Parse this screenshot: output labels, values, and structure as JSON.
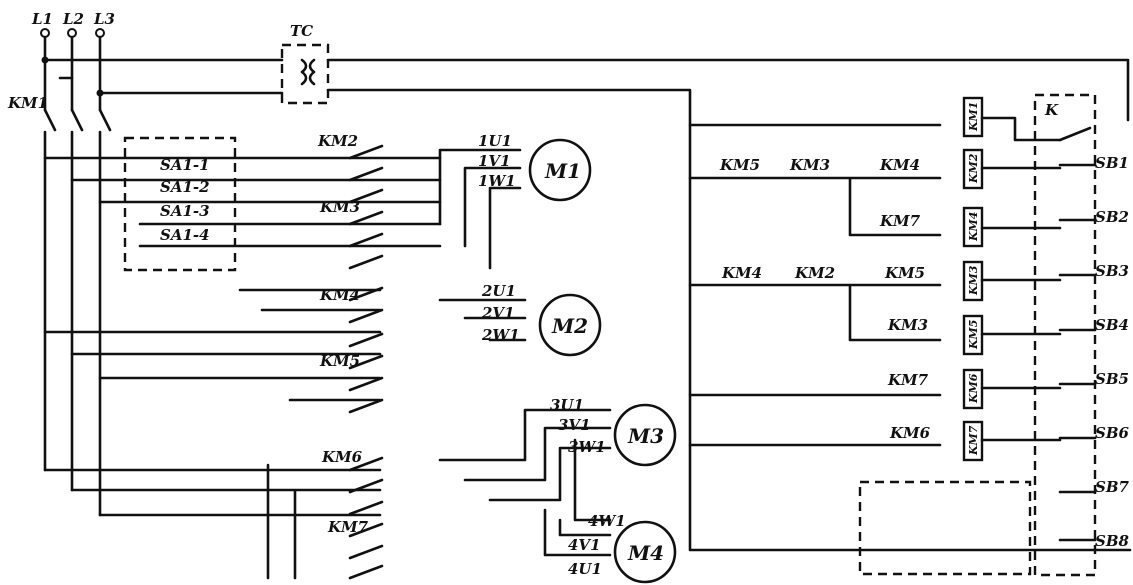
{
  "supply": {
    "l1": "L1",
    "l2": "L2",
    "l3": "L3"
  },
  "transformer": {
    "label": "TC"
  },
  "main_contactor": {
    "label": "KM1"
  },
  "selector": {
    "s1": "SA1-1",
    "s2": "SA1-2",
    "s3": "SA1-3",
    "s4": "SA1-4"
  },
  "contacts": {
    "km2_m1": "KM2",
    "km3_m1": "KM3",
    "km4_m2": "KM4",
    "km5_m2": "KM5",
    "km6_m34": "KM6",
    "km7_m34": "KM7"
  },
  "motors": {
    "m1": {
      "label": "M1",
      "u": "1U1",
      "v": "1V1",
      "w": "1W1"
    },
    "m2": {
      "label": "M2",
      "u": "2U1",
      "v": "2V1",
      "w": "2W1"
    },
    "m3": {
      "label": "M3",
      "u": "3U1",
      "v": "3V1",
      "w": "3W1"
    },
    "m4": {
      "label": "M4",
      "u": "4U1",
      "v": "4V1",
      "w": "4W1"
    }
  },
  "control": {
    "r1a": "KM5",
    "r1b": "KM3",
    "r1c": "KM4",
    "r2": "KM7",
    "r3a": "KM4",
    "r3b": "KM2",
    "r3c": "KM5",
    "r4": "KM3",
    "r5": "KM7",
    "r6": "KM6"
  },
  "coils": [
    "KM1",
    "KM2",
    "KM4",
    "KM3",
    "KM5",
    "KM6",
    "KM7"
  ],
  "relay": {
    "label": "K"
  },
  "buttons": [
    "SB1",
    "SB2",
    "SB3",
    "SB4",
    "SB5",
    "SB6",
    "SB7",
    "SB8"
  ]
}
